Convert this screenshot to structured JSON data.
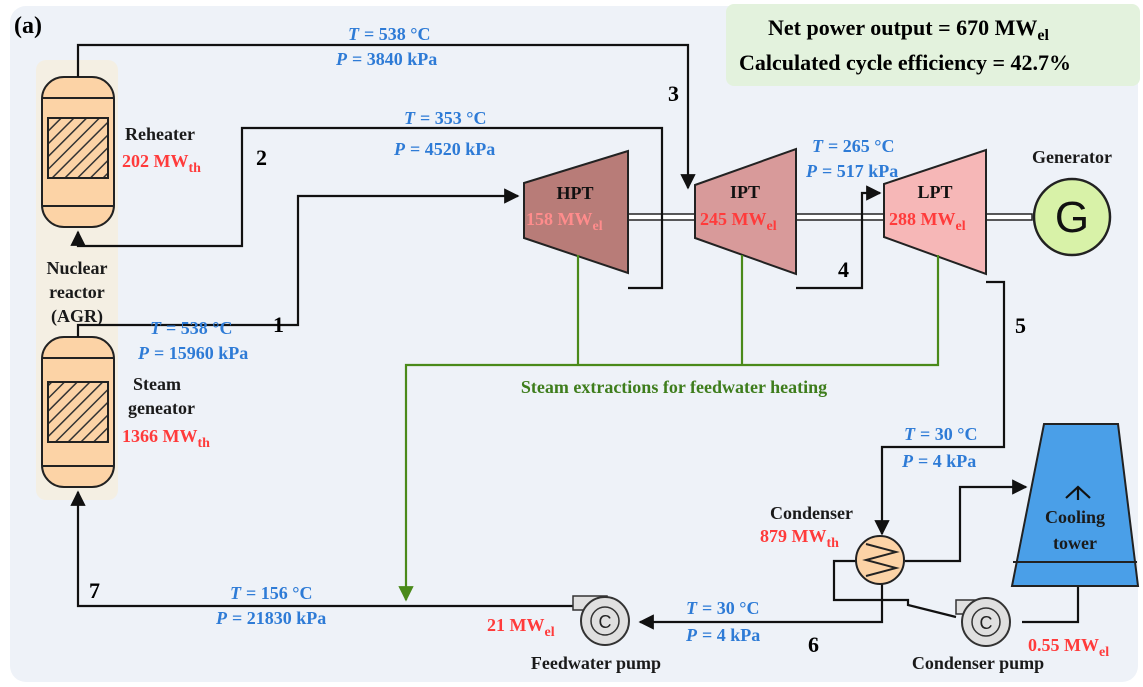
{
  "panel_label": "(a)",
  "summary": {
    "net_power_label": "Net power output = 670 MW",
    "net_power_sub": "el",
    "efficiency_label": "Calculated cycle efficiency = 42.7%"
  },
  "reactor": {
    "line1": "Nuclear",
    "line2": "reactor",
    "line3": "(AGR)"
  },
  "reheater": {
    "name": "Reheater",
    "power": "202 MW",
    "sub": "th"
  },
  "steam_generator": {
    "line1": "Steam",
    "line2": "geneator",
    "power": "1366 MW",
    "sub": "th"
  },
  "turbines": {
    "hpt": {
      "name": "HPT",
      "power": "158 MW",
      "sub": "el"
    },
    "ipt": {
      "name": "IPT",
      "power": "245 MW",
      "sub": "el"
    },
    "lpt": {
      "name": "LPT",
      "power": "288 MW",
      "sub": "el"
    }
  },
  "generator": {
    "label": "Generator",
    "symbol": "G"
  },
  "condenser": {
    "name": "Condenser",
    "power": "879 MW",
    "sub": "th"
  },
  "cooling_tower": {
    "line1": "Cooling",
    "line2": "tower"
  },
  "feedwater_pump": {
    "name": "Feedwater pump",
    "power": "21 MW",
    "sub": "el",
    "symbol": "C"
  },
  "condenser_pump": {
    "name": "Condenser pump",
    "power": "0.55 MW",
    "sub": "el",
    "symbol": "C"
  },
  "extraction_label": "Steam extractions for feedwater heating",
  "states": {
    "s1": {
      "num": "1",
      "T": "= 538 °C",
      "P": "= 15960 kPa"
    },
    "s2": {
      "num": "2",
      "T": "= 353 °C",
      "P": "= 4520 kPa"
    },
    "s3": {
      "num": "3",
      "T": "= 538 °C",
      "P": "= 3840 kPa"
    },
    "s4": {
      "num": "4",
      "T": "= 265 °C",
      "P": "= 517 kPa"
    },
    "s5": {
      "num": "5",
      "T": "= 30 °C",
      "P": "= 4 kPa"
    },
    "s6": {
      "num": "6",
      "T": "= 30 °C",
      "P": "= 4 kPa"
    },
    "s7": {
      "num": "7",
      "T": "= 156 °C",
      "P": "= 21830 kPa"
    }
  },
  "var_T": "T",
  "var_P": "P",
  "colors": {
    "panel_bg": "#eef2f8",
    "summary_bg": "#e3f2dd",
    "reactor_bg": "#f4efe3",
    "vessel_fill": "#fcd3a6",
    "hpt_fill": "#b87c78",
    "ipt_fill": "#d89a9a",
    "lpt_fill": "#f6b7b7",
    "generator_fill": "#d8f2a8",
    "cooling_tower_fill": "#4a9fe8",
    "condenser_fill": "#fcd3a6",
    "pump_fill": "#e0e0e0",
    "state_text": "#2e7bd6",
    "power_text": "#ff3b3b",
    "extraction_text": "#3e7d1c"
  },
  "icons": {
    "reheater": "vessel-hatched-icon",
    "steam_generator": "vessel-hatched-icon",
    "generator": "generator-circle-icon",
    "pump": "centrifugal-pump-icon",
    "condenser": "heat-exchanger-icon",
    "cooling_tower": "cooling-tower-icon"
  }
}
